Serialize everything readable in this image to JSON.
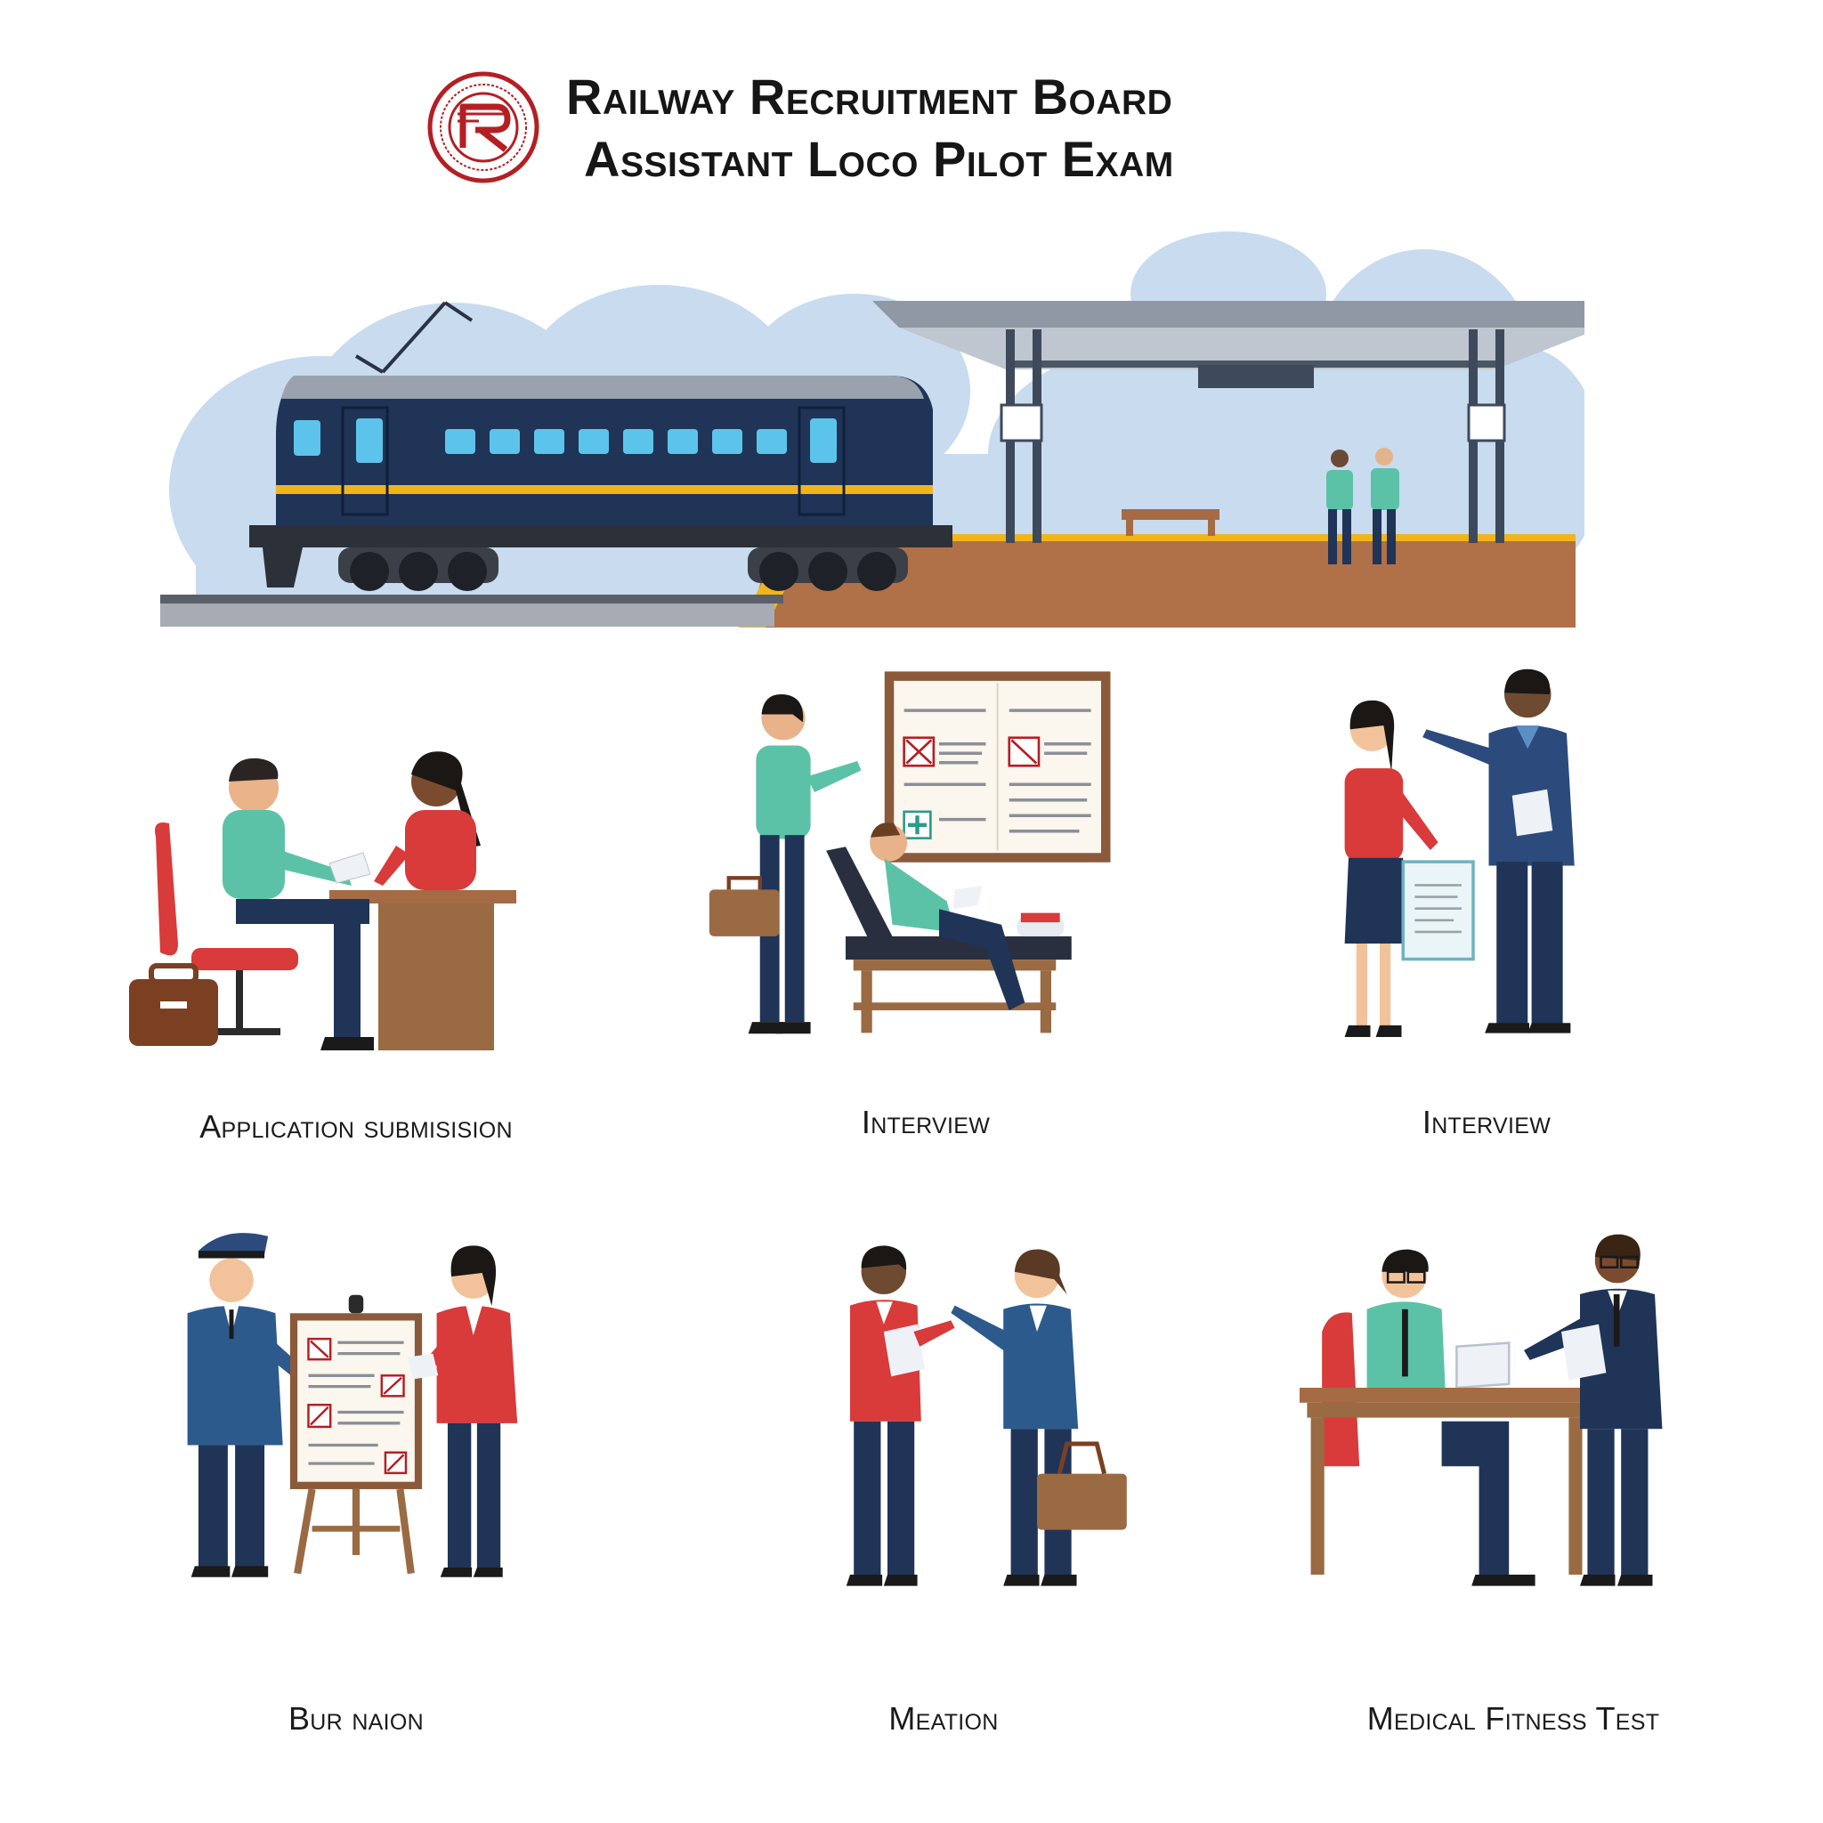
{
  "header": {
    "seal_icon": "railway-recruitment-board-seal",
    "title_line1": "Railway Recruitment Board",
    "title_line2": "Assistant Loco Pilot Exam"
  },
  "hero": {
    "scene": "train-station-platform-icon"
  },
  "panels": [
    {
      "caption": "Application submisision",
      "icon": "desk-application-icon"
    },
    {
      "caption": "Interview",
      "icon": "chart-reclining-interview-icon"
    },
    {
      "caption": "Interview",
      "icon": "handover-document-icon"
    },
    {
      "caption": "Bur naion",
      "icon": "easel-officer-icon"
    },
    {
      "caption": "Meation",
      "icon": "two-women-discussion-icon"
    },
    {
      "caption": "Medical Fitness Test",
      "icon": "desk-laptop-test-icon"
    }
  ],
  "colors": {
    "navy": "#1f3457",
    "teal": "#5bc2a8",
    "red": "#d93a3a",
    "wood": "#9a6a43",
    "sky": "#c8dbef",
    "accent_yellow": "#f1b51c",
    "seal_red": "#b41f24"
  }
}
